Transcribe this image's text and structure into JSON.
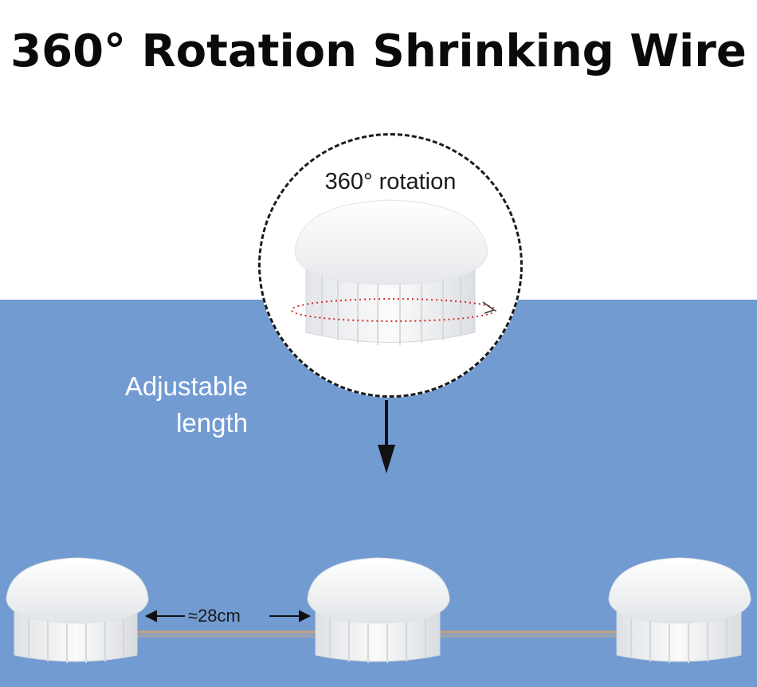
{
  "title": "360° Rotation Shrinking Wire",
  "callout": {
    "label": "360° rotation"
  },
  "side_label": {
    "line1": "Adjustable",
    "line2": "length"
  },
  "dimension": {
    "label": "≈28cm"
  },
  "colors": {
    "background_band": "#729bd2",
    "wire_copper": "#c9a27a",
    "wire_gray": "#9aa3ad"
  }
}
